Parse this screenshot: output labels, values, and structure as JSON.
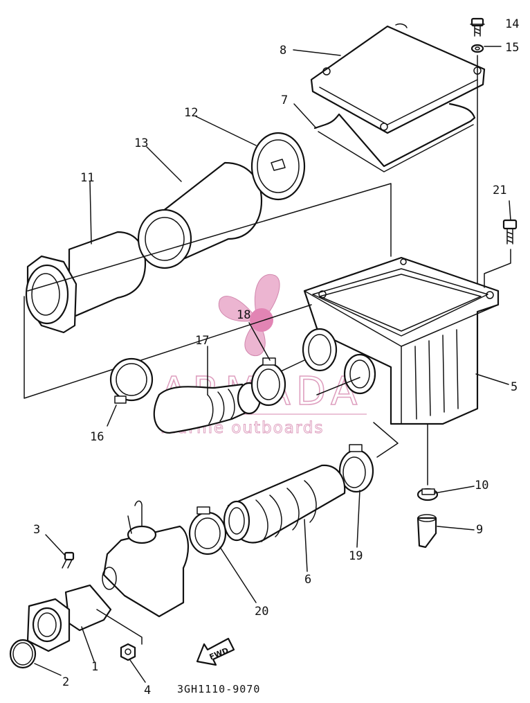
{
  "diagram": {
    "callouts": [
      {
        "id": "1",
        "label": "1"
      },
      {
        "id": "2",
        "label": "2"
      },
      {
        "id": "3",
        "label": "3"
      },
      {
        "id": "4",
        "label": "4"
      },
      {
        "id": "5",
        "label": "5"
      },
      {
        "id": "6",
        "label": "6"
      },
      {
        "id": "7",
        "label": "7"
      },
      {
        "id": "8",
        "label": "8"
      },
      {
        "id": "9",
        "label": "9"
      },
      {
        "id": "10",
        "label": "10"
      },
      {
        "id": "11",
        "label": "11"
      },
      {
        "id": "12",
        "label": "12"
      },
      {
        "id": "13",
        "label": "13"
      },
      {
        "id": "14",
        "label": "14"
      },
      {
        "id": "15",
        "label": "15"
      },
      {
        "id": "16",
        "label": "16"
      },
      {
        "id": "17",
        "label": "17"
      },
      {
        "id": "18",
        "label": "18"
      },
      {
        "id": "19",
        "label": "19"
      },
      {
        "id": "20",
        "label": "20"
      },
      {
        "id": "21",
        "label": "21"
      }
    ],
    "fwd_arrow_text": "FWD",
    "drawing_code": "3GH1110-9070"
  },
  "watermark": {
    "brand": "ARMADA",
    "tagline": "marine outboards",
    "color": "#d98fb4"
  }
}
